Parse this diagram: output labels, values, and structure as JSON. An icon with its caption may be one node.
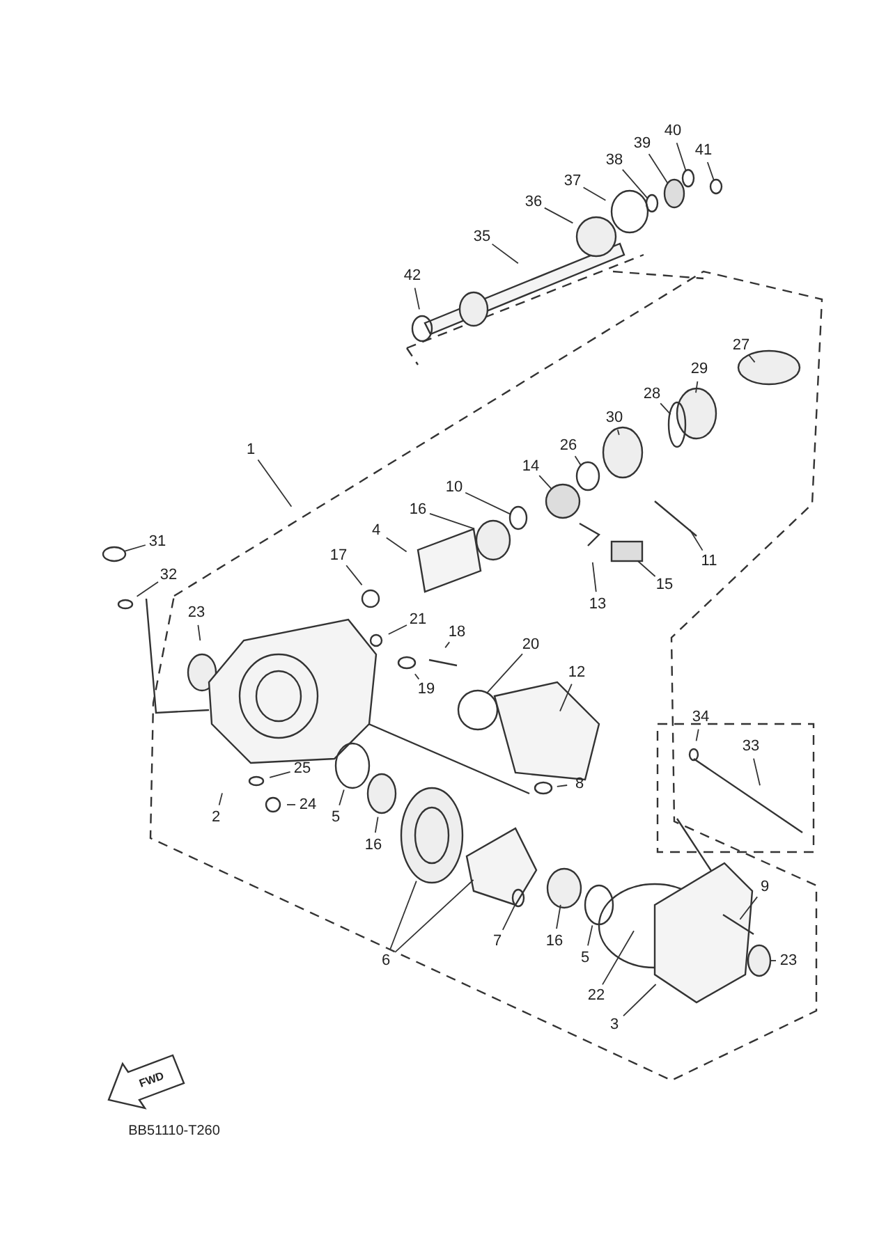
{
  "diagram": {
    "nodes": [
      {
        "text": [
          "40"
        ]
      },
      {
        "text": [
          "39"
        ]
      },
      {
        "text": [
          "41"
        ]
      },
      {
        "text": [
          "38"
        ]
      },
      {
        "text": [
          "37"
        ]
      },
      {
        "text": [
          "36"
        ]
      },
      {
        "text": [
          "35"
        ]
      },
      {
        "text": [
          "42"
        ]
      },
      {
        "text": [
          "27"
        ]
      },
      {
        "text": [
          "29"
        ]
      },
      {
        "text": [
          "28"
        ]
      },
      {
        "text": [
          "30"
        ]
      },
      {
        "text": [
          "26"
        ]
      },
      {
        "text": [
          "1"
        ]
      },
      {
        "text": [
          "14"
        ]
      },
      {
        "text": [
          "10"
        ]
      },
      {
        "text": [
          "16"
        ]
      },
      {
        "text": [
          "4"
        ]
      },
      {
        "text": [
          "31"
        ]
      },
      {
        "text": [
          "17"
        ]
      },
      {
        "text": [
          "11"
        ]
      },
      {
        "text": [
          "32"
        ]
      },
      {
        "text": [
          "15"
        ]
      },
      {
        "text": [
          "13"
        ]
      },
      {
        "text": [
          "23"
        ]
      },
      {
        "text": [
          "21"
        ]
      },
      {
        "text": [
          "18"
        ]
      },
      {
        "text": [
          "20"
        ]
      },
      {
        "text": [
          "12"
        ]
      },
      {
        "text": [
          "19"
        ]
      },
      {
        "text": [
          "34"
        ]
      },
      {
        "text": [
          "33"
        ]
      },
      {
        "text": [
          "25"
        ]
      },
      {
        "text": [
          "8"
        ]
      },
      {
        "text": [
          "24"
        ]
      },
      {
        "text": [
          "2"
        ]
      },
      {
        "text": [
          "5"
        ]
      },
      {
        "text": [
          "16"
        ]
      },
      {
        "text": [
          "9"
        ]
      },
      {
        "text": [
          "7"
        ]
      },
      {
        "text": [
          "16"
        ]
      },
      {
        "text": [
          "6"
        ]
      },
      {
        "text": [
          "5"
        ]
      },
      {
        "text": [
          "23"
        ]
      },
      {
        "text": [
          "22"
        ]
      },
      {
        "text": [
          "3"
        ]
      },
      {
        "text": [],
        "shape": "circle"
      },
      {
        "text": [],
        "shape": "circle"
      },
      {
        "text": [],
        "shape": "circle"
      },
      {
        "text": [],
        "shape": "circle"
      },
      {
        "text": [],
        "shape": "circle"
      },
      {
        "text": [],
        "shape": "circle"
      },
      {
        "text": [],
        "shape": "circle"
      },
      {
        "text": [],
        "shape": "box"
      },
      {
        "text": [],
        "shape": "circle"
      },
      {
        "text": [],
        "shape": "circle"
      },
      {
        "text": [],
        "shape": "circle"
      }
    ],
    "edges": [
      {
        "from": 0,
        "to": 47,
        "arrow": "none"
      },
      {
        "from": 1,
        "to": 48,
        "arrow": "none"
      },
      {
        "from": 2,
        "to": 46,
        "arrow": "none"
      },
      {
        "from": 3,
        "to": 49,
        "arrow": "none"
      },
      {
        "from": 4,
        "to": null,
        "arrow": "none"
      },
      {
        "from": 5,
        "to": null,
        "arrow": "none"
      },
      {
        "from": 6,
        "to": null,
        "arrow": "none"
      },
      {
        "from": 7,
        "to": null,
        "arrow": "none"
      },
      {
        "from": 8,
        "to": null,
        "arrow": "none"
      },
      {
        "from": 9,
        "to": null,
        "arrow": "none"
      },
      {
        "from": 10,
        "to": null,
        "arrow": "none"
      },
      {
        "from": 11,
        "to": null,
        "arrow": "none"
      },
      {
        "from": 12,
        "to": 50,
        "arrow": "none"
      },
      {
        "from": 13,
        "to": null,
        "arrow": "none"
      },
      {
        "from": 14,
        "to": 51,
        "arrow": "none"
      },
      {
        "from": 15,
        "to": 52,
        "arrow": "none"
      },
      {
        "from": 16,
        "to": null,
        "arrow": "none"
      },
      {
        "from": 17,
        "to": null,
        "arrow": "none"
      },
      {
        "from": 18,
        "to": 56,
        "arrow": "none"
      },
      {
        "from": 19,
        "to": null,
        "arrow": "none"
      },
      {
        "from": 20,
        "to": null,
        "arrow": "none"
      },
      {
        "from": 21,
        "to": null,
        "arrow": "none"
      },
      {
        "from": 22,
        "to": 53,
        "arrow": "none"
      },
      {
        "from": 23,
        "to": null,
        "arrow": "none"
      },
      {
        "from": 24,
        "to": null,
        "arrow": "none"
      },
      {
        "from": 25,
        "to": null,
        "arrow": "none"
      },
      {
        "from": 26,
        "to": null,
        "arrow": "none"
      },
      {
        "from": 27,
        "to": null,
        "arrow": "none"
      },
      {
        "from": 28,
        "to": null,
        "arrow": "none"
      },
      {
        "from": 29,
        "to": null,
        "arrow": "none"
      },
      {
        "from": 30,
        "to": null,
        "arrow": "none"
      },
      {
        "from": 31,
        "to": null,
        "arrow": "none"
      },
      {
        "from": 32,
        "to": null,
        "arrow": "none"
      },
      {
        "from": 33,
        "to": null,
        "arrow": "none"
      },
      {
        "from": 34,
        "to": null,
        "arrow": "none"
      },
      {
        "from": 35,
        "to": null,
        "arrow": "none"
      },
      {
        "from": 36,
        "to": null,
        "arrow": "none"
      },
      {
        "from": 37,
        "to": null,
        "arrow": "none"
      },
      {
        "from": 38,
        "to": null,
        "arrow": "none"
      },
      {
        "from": 39,
        "to": 54,
        "arrow": "none"
      },
      {
        "from": 40,
        "to": null,
        "arrow": "none"
      },
      {
        "from": 41,
        "to": null,
        "arrow": "none"
      },
      {
        "from": 41,
        "to": null,
        "arrow": "none"
      },
      {
        "from": 42,
        "to": null,
        "arrow": "none"
      },
      {
        "from": 43,
        "to": 55,
        "arrow": "none"
      },
      {
        "from": 44,
        "to": null,
        "arrow": "none"
      },
      {
        "from": 45,
        "to": null,
        "arrow": "none"
      }
    ],
    "labels": [
      "FWD",
      "BB51110-T260"
    ]
  }
}
